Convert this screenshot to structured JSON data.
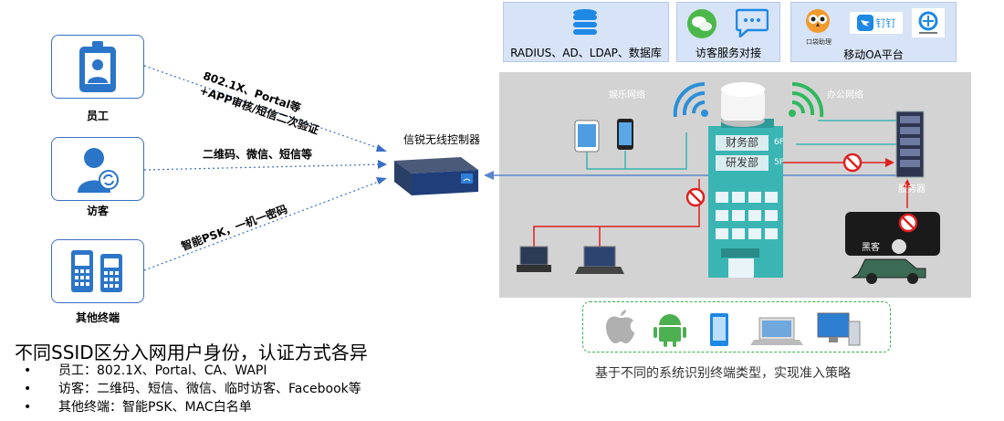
{
  "users": [
    {
      "label": "员工",
      "icon": "badge-icon"
    },
    {
      "label": "访客",
      "icon": "guest-icon"
    },
    {
      "label": "其他终端",
      "icon": "terminal-icon"
    }
  ],
  "links": {
    "employee_line1": "802.1X、Portal等",
    "employee_line2": "+APP审核/短信二次验证",
    "guest": "二维码、微信、短信等",
    "terminal": "智能PSK，一机一密码"
  },
  "controller": {
    "label": "信锐无线控制器"
  },
  "top_boxes": {
    "auth": "RADIUS、AD、LDAP、数据库",
    "visitor": "访客服务对接",
    "oa": "移动OA平台",
    "dingtalk": "钉钉",
    "owl_caption": "口袋助理"
  },
  "network": {
    "entertainment": "娱乐网络",
    "office": "办公网络",
    "finance": "财务部",
    "rnd": "研发部",
    "floor6": "6F",
    "floor5": "5F",
    "server": "服务器",
    "hacker": "黑客"
  },
  "os_caption": "基于不同的系统识别终端类型，实现准入策略",
  "summary": {
    "title": "不同SSID区分入网用户身份，认证方式各异",
    "bullet_marker": "•",
    "items": [
      "员工：802.1X、Portal、CA、WAPI",
      "访客：二维码、短信、微信、临时访客、Facebook等",
      "其他终端：智能PSK、MAC白名单"
    ]
  },
  "colors": {
    "accent_blue": "#3a6fc4",
    "teal": "#3bb3b0",
    "red": "#e02020",
    "panel_gray": "#d3d3d3",
    "green_dash": "#35b04a"
  }
}
